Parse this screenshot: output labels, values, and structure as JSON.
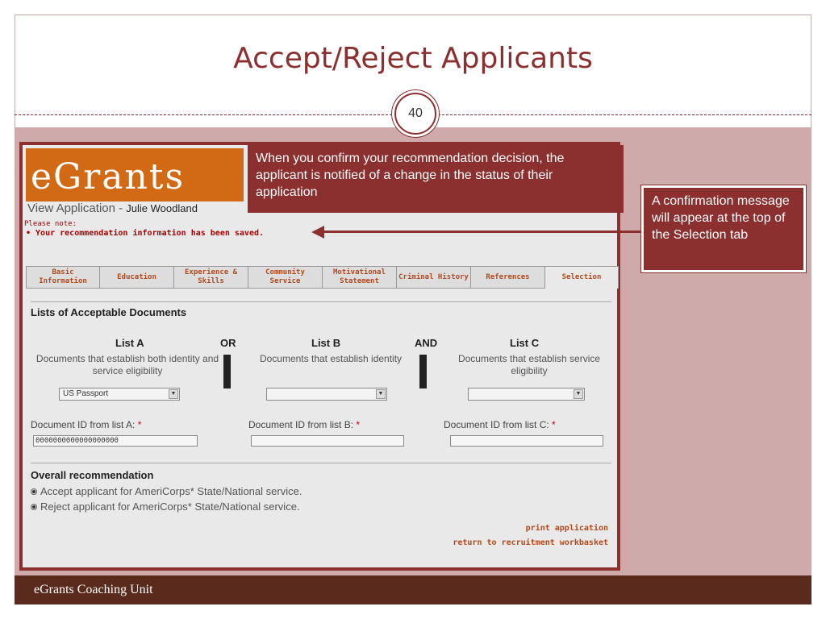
{
  "slide": {
    "title": "Accept/Reject Applicants",
    "page_number": "40",
    "footer": "eGrants Coaching Unit"
  },
  "app": {
    "logo": "eGrants",
    "view_label": "View Application - ",
    "applicant": "Julie Woodland",
    "note_label": "Please note:",
    "note_message": "•  Your recommendation information has been saved."
  },
  "callouts": {
    "top": "When you confirm your recommendation decision, the applicant is notified of a change in the status of their application",
    "side": "A confirmation message will appear at the top of the Selection tab"
  },
  "tabs": [
    {
      "label": "Basic Information"
    },
    {
      "label": "Education"
    },
    {
      "label": "Experience & Skills"
    },
    {
      "label": "Community Service"
    },
    {
      "label": "Motivational Statement"
    },
    {
      "label": "Criminal History"
    },
    {
      "label": "References"
    },
    {
      "label": "Selection",
      "active": true
    }
  ],
  "documents": {
    "heading": "Lists of Acceptable Documents",
    "or": "OR",
    "and": "AND",
    "list_a": {
      "title": "List A",
      "desc": "Documents that establish both identity and service eligibility",
      "selected": "US Passport",
      "id_label": "Document ID from list A: ",
      "id_value": "0000000000000000000"
    },
    "list_b": {
      "title": "List B",
      "desc": "Documents that establish identity",
      "selected": "",
      "id_label": "Document ID from list B: ",
      "id_value": ""
    },
    "list_c": {
      "title": "List C",
      "desc": "Documents that establish service eligibility",
      "selected": "",
      "id_label": "Document ID from list C: ",
      "id_value": ""
    },
    "required_mark": "*",
    "dropdown_arrow": "▼"
  },
  "recommendation": {
    "heading": "Overall recommendation",
    "accept": "Accept applicant for AmeriCorps* State/National service.",
    "reject": "Reject applicant for AmeriCorps* State/National service.",
    "selected": "accept"
  },
  "links": {
    "print": "print application",
    "return": "return to recruitment workbasket"
  },
  "colors": {
    "accent": "#8b2f2f",
    "logo_bg": "#d26a15",
    "footer_bg": "#5a2a1c",
    "background": "#cfaaaa"
  }
}
